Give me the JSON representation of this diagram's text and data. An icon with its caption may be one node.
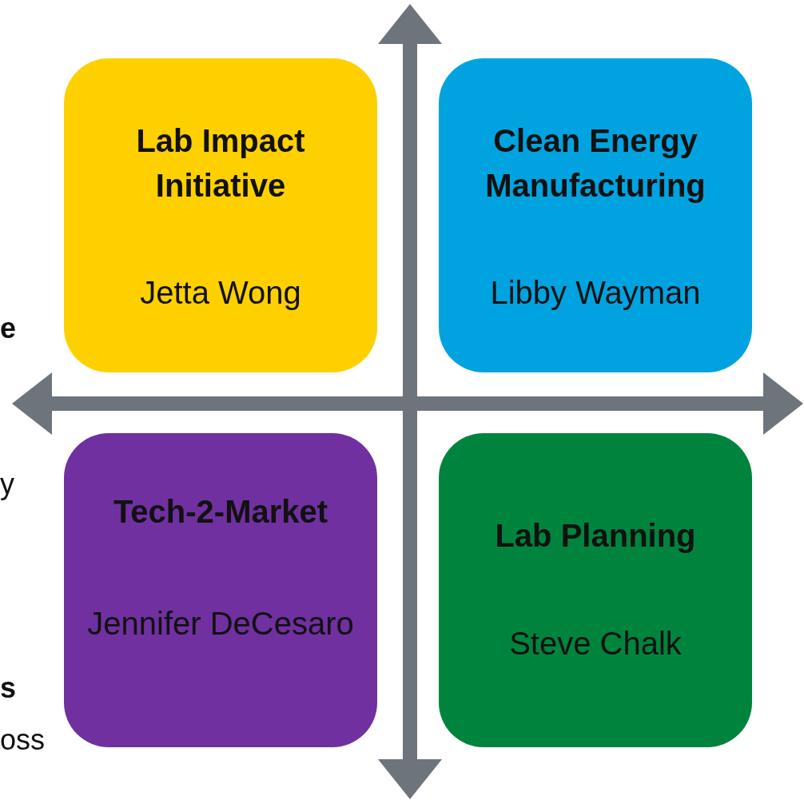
{
  "diagram": {
    "nodes": [
      {
        "text": [
          "Lab Impact Initiative",
          "Jetta Wong"
        ]
      },
      {
        "text": [
          "Clean Energy Manufacturing",
          "Libby Wayman"
        ]
      },
      {
        "text": [
          "Tech-2-Market",
          "Jennifer DeCesaro"
        ]
      },
      {
        "text": [
          "Lab Planning",
          "Steve Chalk"
        ]
      }
    ],
    "edges": [],
    "labels": [
      "e",
      "y",
      "s",
      "oss"
    ]
  }
}
